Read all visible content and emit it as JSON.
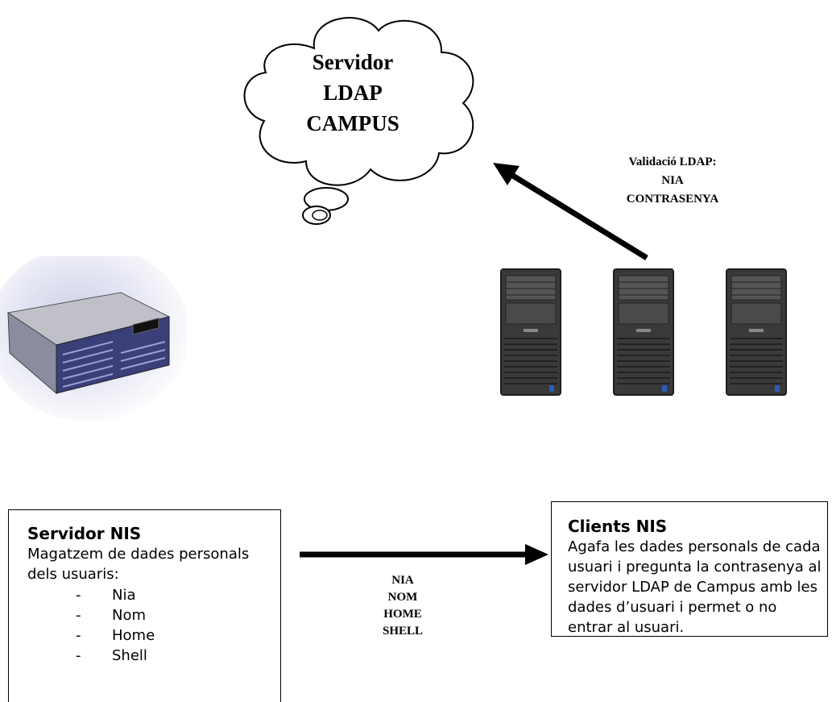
{
  "ldap_cloud": {
    "lines": [
      "Servidor",
      "LDAP",
      "CAMPUS"
    ]
  },
  "ldap_validation": {
    "lines": [
      "Validació LDAP:",
      "NIA",
      "CONTRASENYA"
    ]
  },
  "nis_server": {
    "title": "Servidor NIS",
    "description": "Magatzem de dades personals dels usuaris:",
    "items": [
      "Nia",
      "Nom",
      "Home",
      "Shell"
    ]
  },
  "nis_clients": {
    "title": "Clients NIS",
    "description": "Agafa les dades personals de cada usuari i pregunta la contrasenya al servidor LDAP de Campus amb les dades d’usuari i permet o no entrar al usuari."
  },
  "transfer_fields": {
    "lines": [
      "NIA",
      "NOM",
      "HOME",
      "SHELL"
    ]
  },
  "colors": {
    "arrow": "#000000",
    "server_blue": "#3a3f78",
    "tower_body": "#3a3a3a"
  },
  "icons": [
    "cloud-icon",
    "rack-server-icon",
    "tower-server-icon"
  ]
}
